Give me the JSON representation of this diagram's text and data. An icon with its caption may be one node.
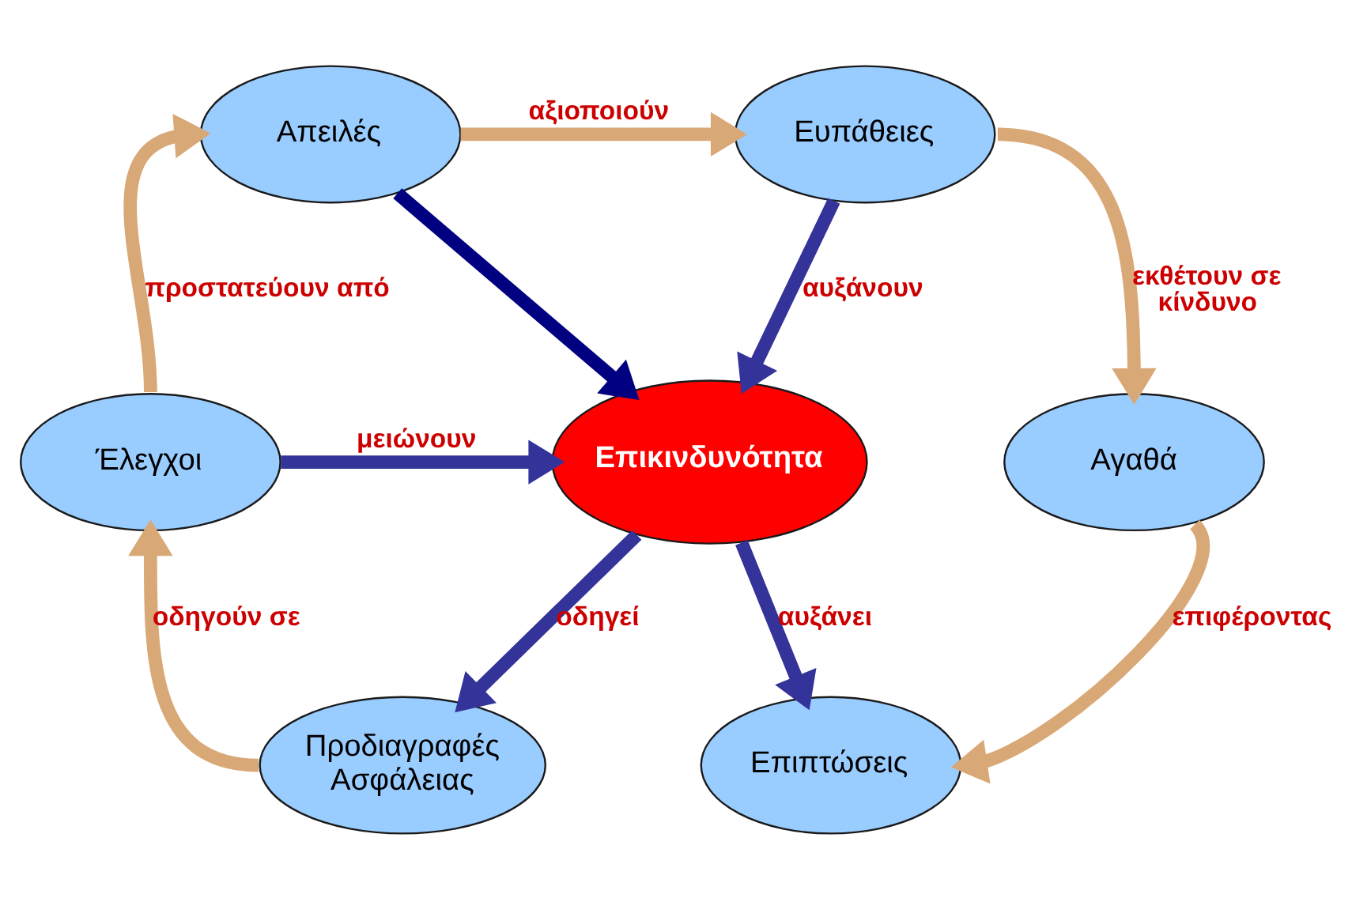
{
  "diagram": {
    "nodes": [
      {
        "text": [
          "Απειλές"
        ]
      },
      {
        "text": [
          "Ευπάθειες"
        ]
      },
      {
        "text": [
          "Έλεγχοι"
        ]
      },
      {
        "text": [
          "Επικινδυνότητα"
        ]
      },
      {
        "text": [
          "Αγαθά"
        ]
      },
      {
        "text": [
          "Προδιαγραφές Ασφάλειας"
        ]
      },
      {
        "text": [
          "Επιπτώσεις"
        ]
      }
    ],
    "edges": [
      {
        "from": 0,
        "to": 1,
        "arrow": "to",
        "label": "αξιοποιούν",
        "color": "#d9a877"
      },
      {
        "from": 2,
        "to": 0,
        "arrow": "to",
        "label": "προστατεύουν από",
        "color": "#d9a877"
      },
      {
        "from": 0,
        "to": 3,
        "arrow": "to",
        "color": "#000080"
      },
      {
        "from": 1,
        "to": 3,
        "arrow": "to",
        "label": "αυξάνουν",
        "color": "#333399"
      },
      {
        "from": 1,
        "to": 4,
        "arrow": "to",
        "label": "εκθέτουν σε κίνδυνο",
        "color": "#d9a877"
      },
      {
        "from": 2,
        "to": 3,
        "arrow": "to",
        "label": "μειώνουν",
        "color": "#333399"
      },
      {
        "from": 3,
        "to": 5,
        "arrow": "to",
        "label": "οδηγεί",
        "color": "#333399"
      },
      {
        "from": 3,
        "to": 6,
        "arrow": "to",
        "label": "αυξάνει",
        "color": "#333399"
      },
      {
        "from": 4,
        "to": 6,
        "arrow": "to",
        "label": "επιφέροντας",
        "color": "#d9a877"
      },
      {
        "from": 5,
        "to": 2,
        "arrow": "to",
        "label": "οδηγούν σε",
        "color": "#d9a877"
      }
    ]
  }
}
